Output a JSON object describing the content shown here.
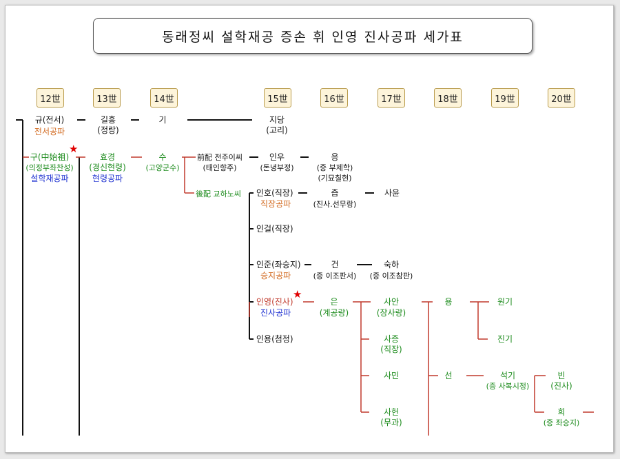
{
  "title": "동래정씨 설학재공 증손 휘 인영 진사공파 세가표",
  "generations": [
    "12世",
    "13世",
    "14世",
    "15世",
    "16世",
    "17世",
    "18世",
    "19世",
    "20世"
  ],
  "star": "★",
  "p": {
    "gyu": "규(전서)",
    "gyu_branch": "전서공파",
    "gilheung": "길흥",
    "gilheung_t": "(정랑)",
    "gi": "기",
    "jidang": "지당",
    "jidang_t": "(고리)",
    "gu": "구(中始祖)",
    "gu_t": "(의정부좌찬성)",
    "gu_branch": "설학재공파",
    "hyogyeong": "효경",
    "hyogyeong_t": "(경신현령)",
    "hyogyeong_branch": "현령공파",
    "su": "수",
    "su_t": "(고양군수)",
    "wife1": "前配 전주이씨",
    "wife1_t": "(태인향주)",
    "wife2": "後配 교하노씨",
    "inu": "인우",
    "inu_t": "(돈녕부정)",
    "eung": "응",
    "eung_t": "(증 부제학)",
    "eung_t2": "(기묘칠현)",
    "inho": "인호(직장)",
    "inho_branch": "직장공파",
    "jeup": "즙",
    "jeup_t": "(진사.선무랑)",
    "sayun": "사윤",
    "ingeol": "인걸(직장)",
    "injun": "인준(좌승지)",
    "injun_branch": "승지공파",
    "geon": "건",
    "geon_t": "(증 이조판서)",
    "sukha": "숙하",
    "sukha_t": "(증 이조참판)",
    "inyeong": "인영(진사)",
    "inyeong_branch": "진사공파",
    "eun": "은",
    "eun_t": "(계공랑)",
    "saan": "사안",
    "saan_t": "(장사랑)",
    "yong": "용",
    "wongi": "원기",
    "jingi": "진기",
    "sajeung": "사증",
    "sajeung_t": "(직장)",
    "samin": "사민",
    "seon": "선",
    "seokgi": "석기",
    "seokgi_t": "(증 사복시정)",
    "bin": "빈",
    "bin_t": "(진사)",
    "sahyeon": "사헌",
    "sahyeon_t": "(무과)",
    "hui": "희",
    "hui_t": "(증 좌승지)",
    "inyong": "인용(첨정)"
  }
}
